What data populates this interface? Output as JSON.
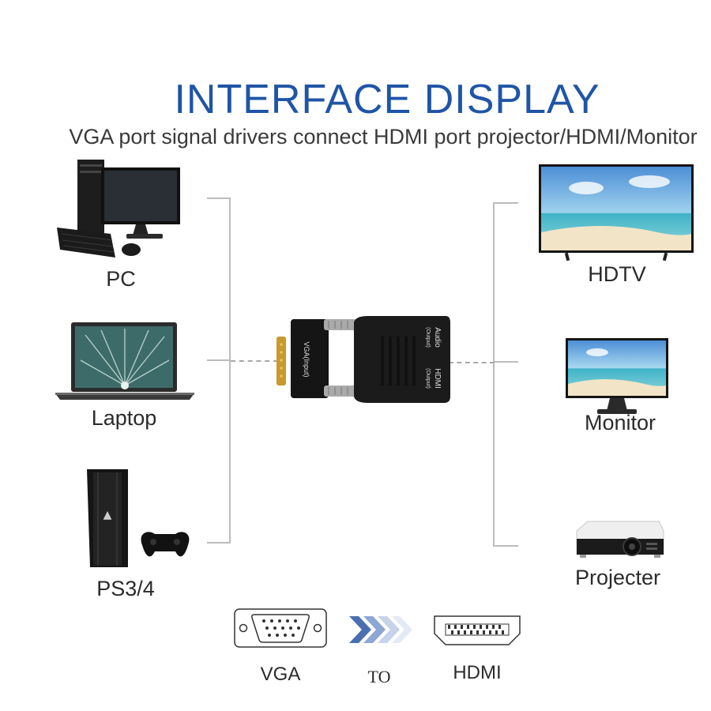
{
  "header": {
    "title": "INTERFACE DISPLAY",
    "subtitle": "VGA port signal drivers connect HDMI port projector/HDMI/Monitor"
  },
  "sources": [
    {
      "label": "PC",
      "icon": "desktop-pc-icon"
    },
    {
      "label": "Laptop",
      "icon": "laptop-icon"
    },
    {
      "label": "PS3/4",
      "icon": "game-console-icon"
    }
  ],
  "outputs": [
    {
      "label": "HDTV",
      "icon": "tv-icon"
    },
    {
      "label": "Monitor",
      "icon": "monitor-icon"
    },
    {
      "label": "Projecter",
      "icon": "projector-icon"
    }
  ],
  "adapter": {
    "vga_label": "VGA(Input)",
    "audio_label": "Audio",
    "audio_sub": "(Output)",
    "hdmi_label": "HDMI",
    "hdmi_sub": "(Output)"
  },
  "legend": {
    "from": "VGA",
    "to_word": "TO",
    "to": "HDMI"
  },
  "colors": {
    "accent": "#1f55a6",
    "lines": "#bcbcbc",
    "arrow": "#4a6fb0"
  }
}
